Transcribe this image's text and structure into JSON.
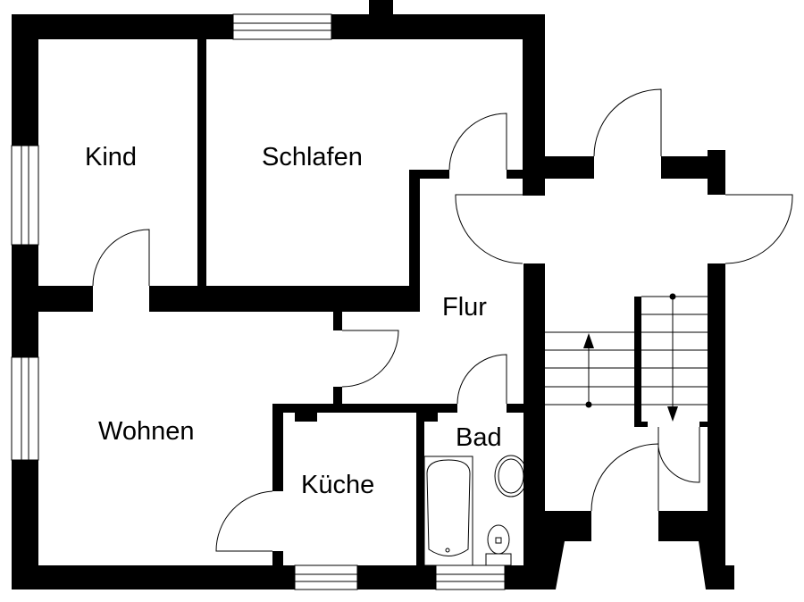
{
  "rooms": {
    "kind": "Kind",
    "schlafen": "Schlafen",
    "flur": "Flur",
    "wohnen": "Wohnen",
    "kueche": "Küche",
    "bad": "Bad"
  },
  "colors": {
    "wall": "#000000",
    "background": "#ffffff"
  }
}
